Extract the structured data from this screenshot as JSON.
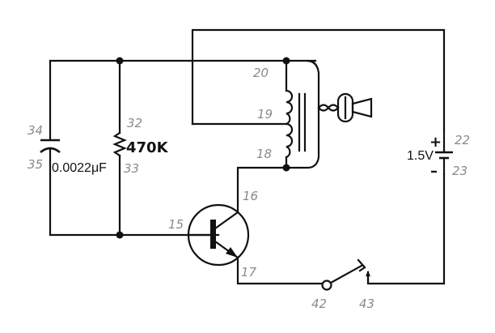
{
  "diagram": {
    "type": "electronic-schematic",
    "description": "Single-transistor audio oscillator with tapped transformer coil and earphone",
    "colors": {
      "wire": "#111111",
      "pin_label": "#8a8a8a",
      "background": "#ffffff"
    }
  },
  "components": {
    "capacitor": {
      "value": "0.0022μF",
      "pins": [
        "34",
        "35"
      ]
    },
    "resistor": {
      "value": "470K",
      "pins": [
        "32",
        "33"
      ]
    },
    "transformer": {
      "taps": [
        "20",
        "19",
        "18"
      ]
    },
    "earphone": {
      "icon": "earphone-icon"
    },
    "battery": {
      "value": "1.5V",
      "plus": "+",
      "minus": "–",
      "pins": [
        "22",
        "23"
      ]
    },
    "transistor": {
      "type": "NPN",
      "pins": {
        "base": "15",
        "collector": "16",
        "emitter": "17"
      }
    },
    "switch": {
      "type": "push-button",
      "pins": [
        "42",
        "43"
      ]
    }
  }
}
